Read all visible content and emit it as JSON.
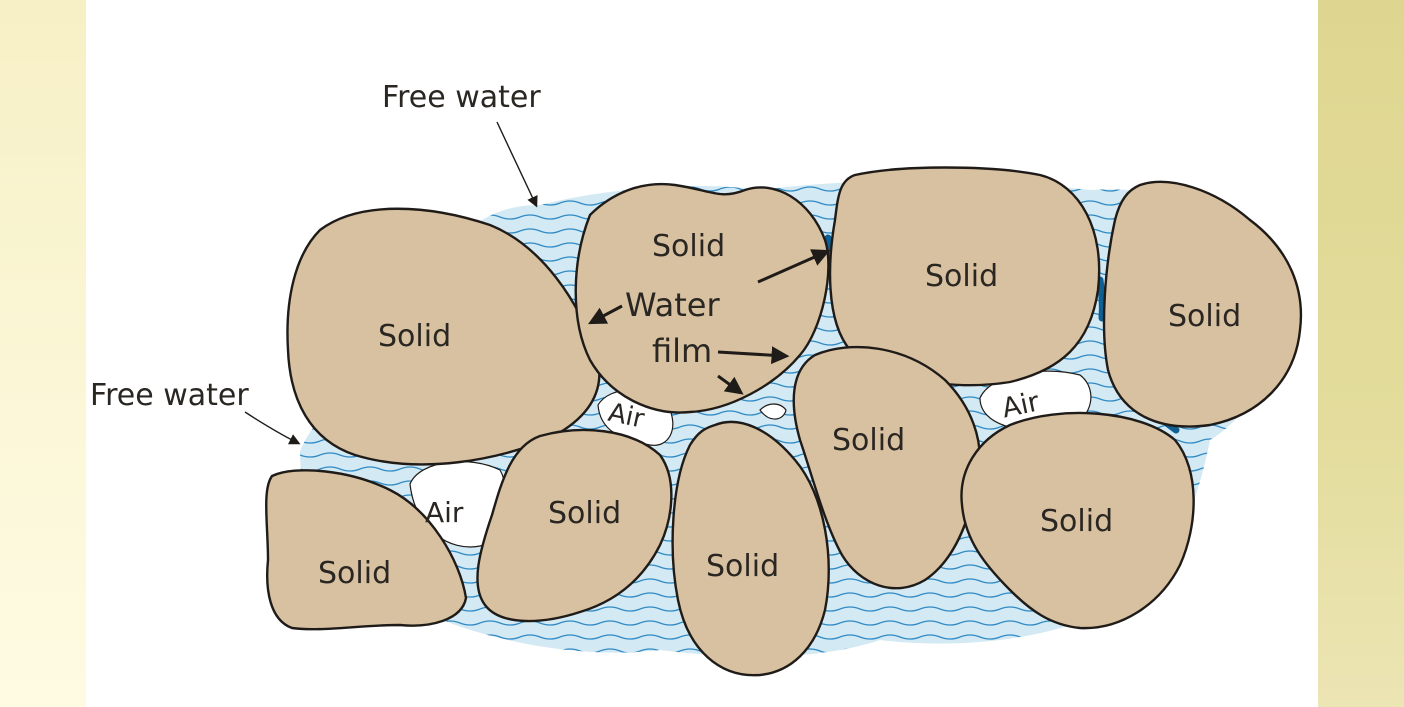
{
  "diagram": {
    "colors": {
      "solid_fill": "#d8c1a0",
      "solid_stroke": "#1f1b18",
      "water": "#d3e9f4",
      "water_lines": "#2f8ac4",
      "water_film": "#0f5f93",
      "air": "#ffffff",
      "side_left": "#f7f0c6",
      "side_right": "#ded690"
    },
    "labels": {
      "free_water_top": "Free water",
      "free_water_left": "Free water",
      "water_film_1": "Water",
      "water_film_2": "film",
      "air_1": "Air",
      "air_2": "Air",
      "air_3": "Air",
      "solid": "Solid"
    }
  }
}
